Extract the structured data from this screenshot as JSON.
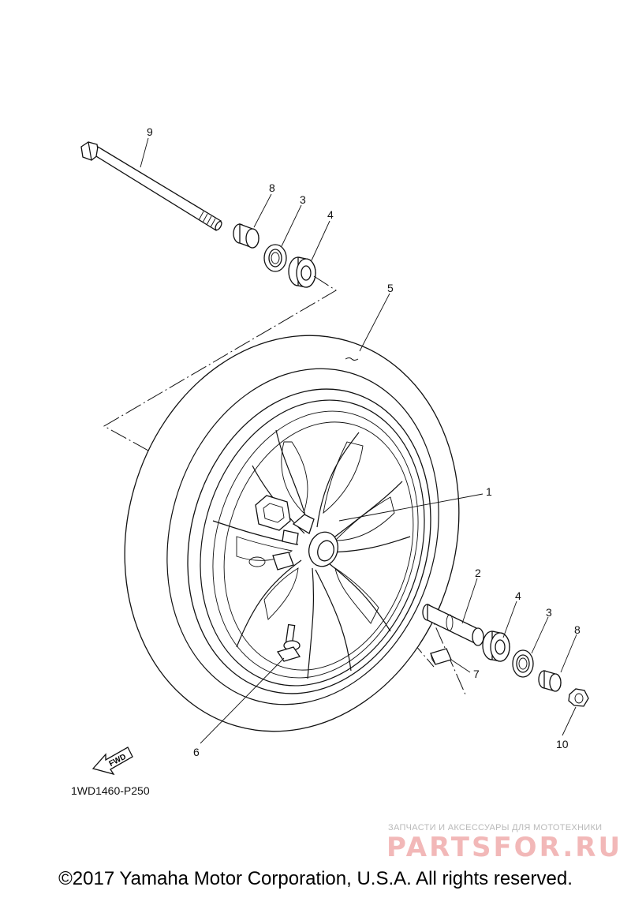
{
  "diagram": {
    "reference_code": "1WD1460-P250",
    "fwd_label": "FWD",
    "copyright": "©2017 Yamaha Motor Corporation, U.S.A. All rights reserved.",
    "watermark": {
      "tagline": "ЗАПЧАСТИ И АКСЕССУАРЫ ДЛЯ МОТОТЕХНИКИ",
      "logo": "PARTSFOR.RU"
    },
    "callouts": [
      {
        "id": "c9a",
        "label": "9"
      },
      {
        "id": "c8a",
        "label": "8"
      },
      {
        "id": "c3a",
        "label": "3"
      },
      {
        "id": "c4a",
        "label": "4"
      },
      {
        "id": "c5",
        "label": "5"
      },
      {
        "id": "c1",
        "label": "1"
      },
      {
        "id": "c2",
        "label": "2"
      },
      {
        "id": "c4b",
        "label": "4"
      },
      {
        "id": "c3b",
        "label": "3"
      },
      {
        "id": "c8b",
        "label": "8"
      },
      {
        "id": "c7",
        "label": "7"
      },
      {
        "id": "c10",
        "label": "10"
      },
      {
        "id": "c6",
        "label": "6"
      }
    ]
  },
  "colors": {
    "line": "#111111",
    "watermark_logo": "#f2b8b8",
    "watermark_text": "#b9b9b9"
  }
}
